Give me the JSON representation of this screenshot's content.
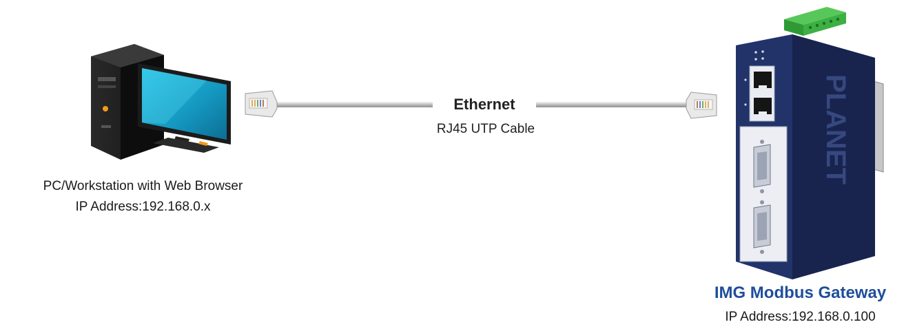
{
  "cable": {
    "title": "Ethernet",
    "subtitle": "RJ45 UTP Cable"
  },
  "pc": {
    "line1": "PC/Workstation with Web Browser",
    "line2": "IP Address:192.168.0.x"
  },
  "gateway": {
    "name": "IMG Modbus Gateway",
    "ip": "IP Address:192.168.0.100",
    "brand": "PLANET"
  },
  "colors": {
    "gateway_label": "#1f4e9c",
    "gateway_body": "#1c2b5a",
    "terminal_block": "#3cb043",
    "monitor_screen": "#1aa3c8"
  }
}
